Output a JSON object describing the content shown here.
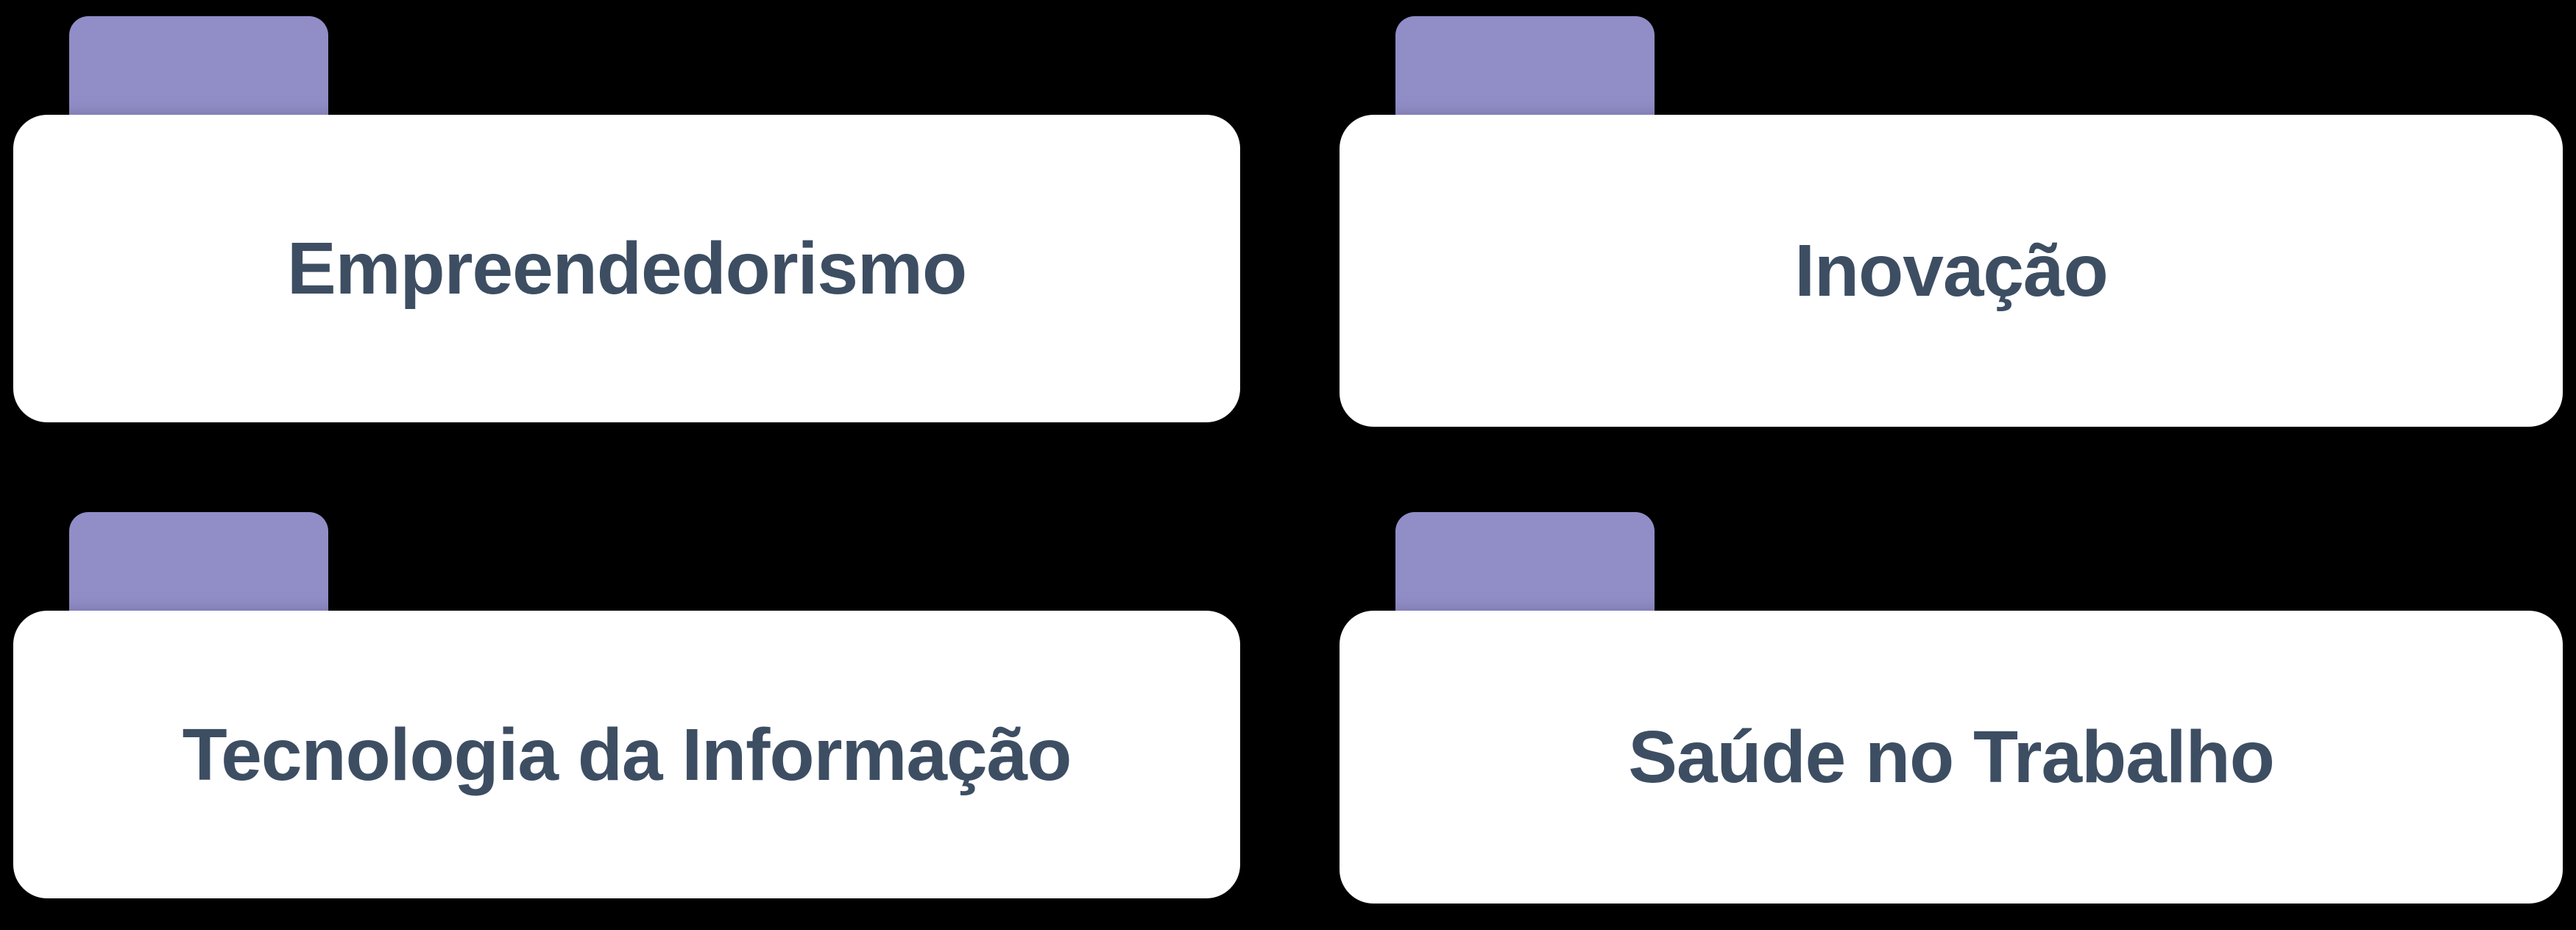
{
  "theme": {
    "bg": "#000000",
    "tab-purple": "#918DC7",
    "card-white": "#FFFFFF",
    "label-color": "#3D4E63"
  },
  "cards": [
    {
      "id": "empreendedorismo",
      "label": "Empreendedorismo"
    },
    {
      "id": "inovacao",
      "label": "Inovação"
    },
    {
      "id": "tecnologia-da-informacao",
      "label": "Tecnologia da Informação"
    },
    {
      "id": "saude-no-trabalho",
      "label": "Saúde no Trabalho"
    }
  ]
}
